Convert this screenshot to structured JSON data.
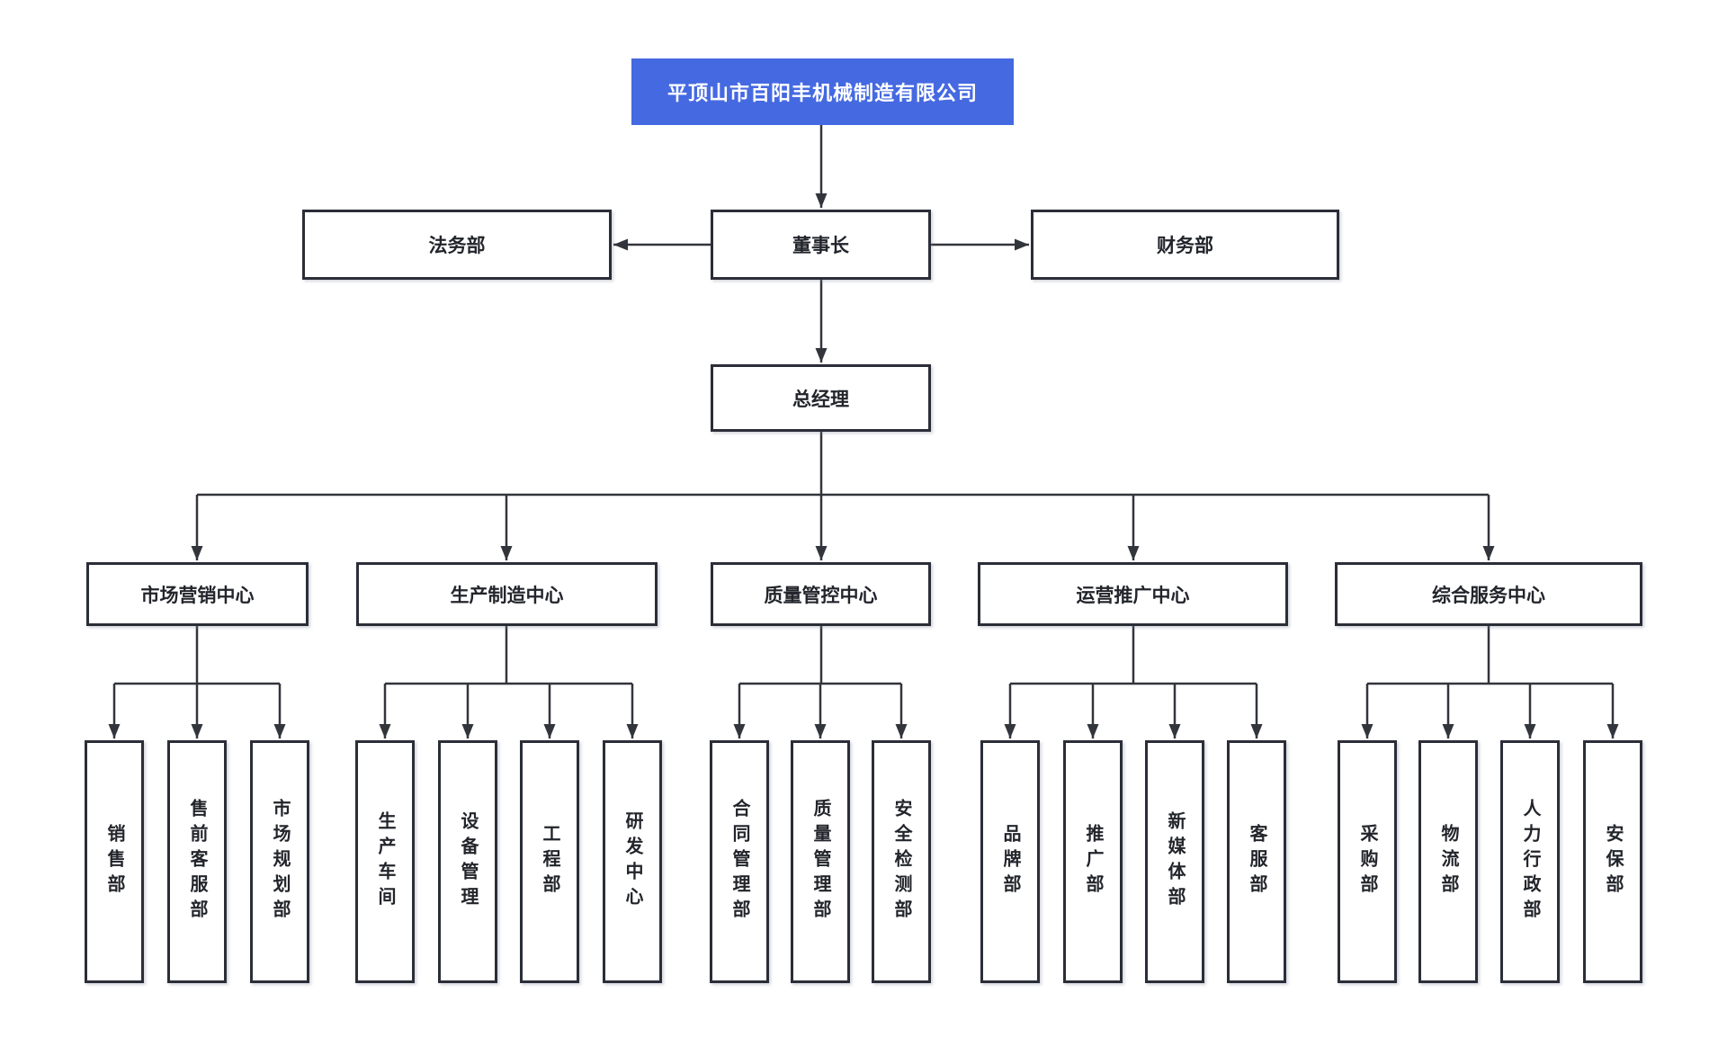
{
  "company": {
    "name": "平顶山市百阳丰机械制造有限公司"
  },
  "leadership": {
    "chairman": "董事长",
    "general_manager": "总经理"
  },
  "staff_departments": {
    "legal": "法务部",
    "finance": "财务部"
  },
  "centers": [
    {
      "label": "市场营销中心",
      "departments": [
        "销售部",
        "售前客服部",
        "市场规划部"
      ]
    },
    {
      "label": "生产制造中心",
      "departments": [
        "生产车间",
        "设备管理",
        "工程部",
        "研发中心"
      ]
    },
    {
      "label": "质量管控中心",
      "departments": [
        "合同管理部",
        "质量管理部",
        "安全检测部"
      ]
    },
    {
      "label": "运营推广中心",
      "departments": [
        "品牌部",
        "推广部",
        "新媒体部",
        "客服部"
      ]
    },
    {
      "label": "综合服务中心",
      "departments": [
        "采购部",
        "物流部",
        "人力行政部",
        "安保部"
      ]
    }
  ],
  "colors": {
    "root_bg": "#4569e1",
    "root_text": "#ffffff",
    "node_border": "#2b2e38",
    "node_text": "#22252b",
    "line": "#32353c",
    "background": "#ffffff"
  }
}
